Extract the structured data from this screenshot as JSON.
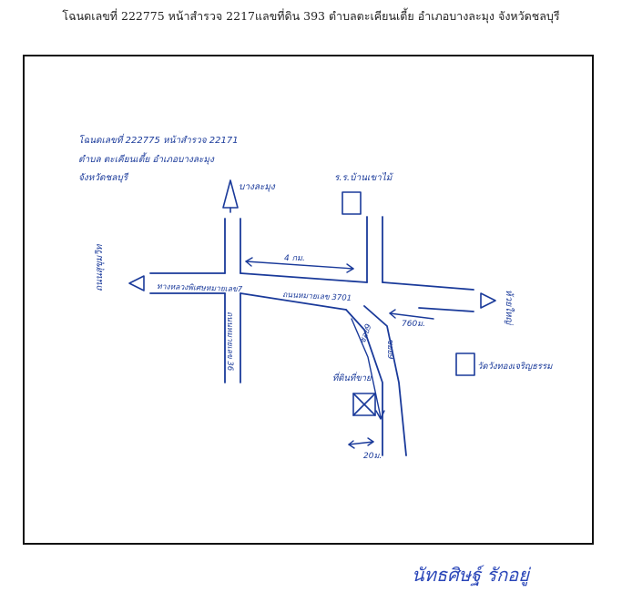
{
  "header": {
    "text": "โฉนดเลขที่ 222775 หน้าสำรวจ 2217แลขที่ดิน 393 ตำบลตะเคียนเตี้ย อำเภอบางละมุง จังหวัดชลบุรี"
  },
  "map": {
    "note_line1": "โฉนดเลขที่ 222775  หน้าสำรวจ 22171",
    "note_line2": "ตำบล ตะเคียนเตี้ย   อำเภอบางละมุง",
    "note_line3": "จังหวัดชลบุรี",
    "north_label": "บางละมุง",
    "school_label": "ร.ร.บ้านเขาไม้",
    "west_label": "ถนนสุขุมวิท",
    "east_label": "ห้วยใหญ่",
    "road_label_1": "ทางหลวงพิเศษหมายเลข7",
    "road_label_2": "ถนนหมายเลข 3701",
    "road_label_3": "ถนนหมายเลข 36",
    "distance_4km": "4 กม.",
    "distance_760m": "760ม.",
    "distance_20m": "20ม.",
    "soi_label": "ซอย9",
    "soi_label_2": "ซอย9",
    "plot_label": "ที่ดินที่ขาย",
    "temple_label": "วัดวังทองเจริญธรรม"
  },
  "signature": {
    "text": "นัทธศิษฐ์ รักอยู่"
  }
}
